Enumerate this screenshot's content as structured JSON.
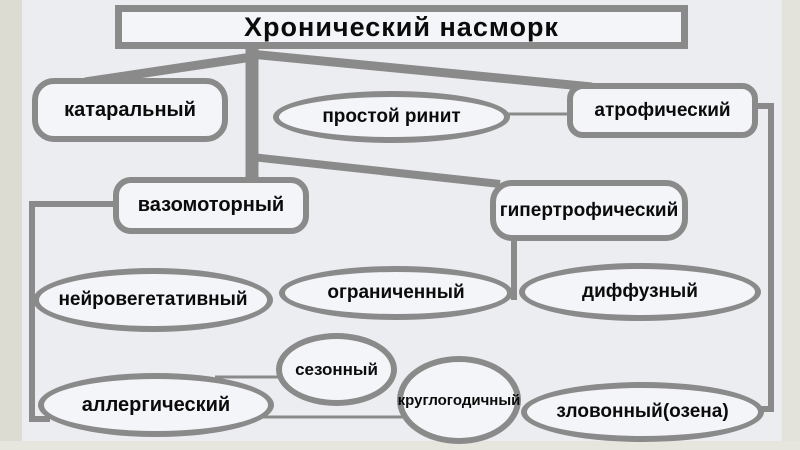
{
  "diagram": {
    "title": {
      "label": "Хронический насморк"
    },
    "nodes": {
      "catarrhal": {
        "label": "катаральный",
        "shape": "rounded-rect"
      },
      "simple_rhinitis": {
        "label": "простой ринит",
        "shape": "ellipse"
      },
      "atrophic": {
        "label": "атрофический",
        "shape": "rounded-rect"
      },
      "vasomotor": {
        "label": "вазомоторный",
        "shape": "rounded-rect"
      },
      "hypertrophic": {
        "label": "гипертрофический",
        "shape": "rounded-rect"
      },
      "neurovegetative": {
        "label": "нейровегетативный",
        "shape": "ellipse"
      },
      "limited": {
        "label": "ограниченный",
        "shape": "ellipse"
      },
      "diffuse": {
        "label": "диффузный",
        "shape": "ellipse"
      },
      "allergic": {
        "label": "аллергический",
        "shape": "ellipse"
      },
      "seasonal": {
        "label": "сезонный",
        "shape": "ellipse"
      },
      "year_round": {
        "label": "круглогодичный",
        "shape": "ellipse"
      },
      "fetid": {
        "label": "зловонный(озена)",
        "shape": "ellipse"
      }
    },
    "edges": [
      {
        "from": "title",
        "to": "catarrhal"
      },
      {
        "from": "title",
        "to": "vasomotor"
      },
      {
        "from": "title",
        "to": "atrophic"
      },
      {
        "from": "title",
        "to": "hypertrophic"
      },
      {
        "from": "simple_rhinitis",
        "to": "atrophic"
      },
      {
        "from": "atrophic",
        "to": "fetid"
      },
      {
        "from": "vasomotor",
        "to": "neurovegetative"
      },
      {
        "from": "vasomotor",
        "to": "allergic"
      },
      {
        "from": "hypertrophic",
        "to": "limited"
      },
      {
        "from": "hypertrophic",
        "to": "diffuse"
      },
      {
        "from": "allergic",
        "to": "seasonal"
      },
      {
        "from": "allergic",
        "to": "year_round"
      }
    ],
    "colors": {
      "background": "#ecedf1",
      "margin_strip": "#dcdcd2",
      "border_gray": "#8a8a8a",
      "node_fill": "#f4f5f8",
      "text": "#0b0b0b"
    }
  }
}
